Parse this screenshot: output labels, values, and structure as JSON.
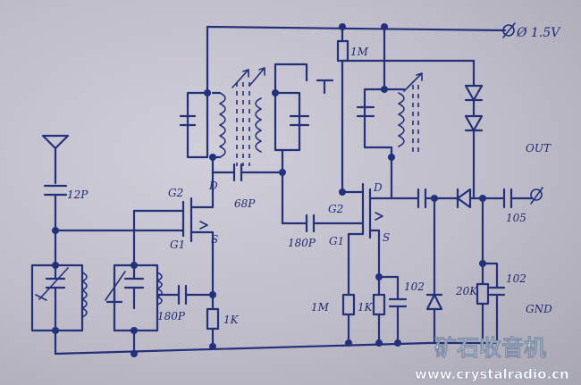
{
  "labels": {
    "supply": "Ø 1.5V",
    "r_top": "1M",
    "cap_ant": "12P",
    "g2_left": "G2",
    "g1_left": "G1",
    "d_left": "D",
    "s_left": "S",
    "cap_68": "68P",
    "cap_180_mid": "180P",
    "cap_180_low": "180P",
    "r_1k_left": "1K",
    "g2_right": "G2",
    "g1_right": "G1",
    "d_right": "D",
    "s_right": "S",
    "r_1m_low": "1M",
    "r_1k_right": "1K",
    "cap_102_mid": "102",
    "out": "OUT",
    "cap_105": "105",
    "r_20k": "20K",
    "cap_102_right": "102",
    "gnd": "GND"
  },
  "watermark": {
    "title": "矿石收音机",
    "url": "www.crystalradio.cn"
  }
}
